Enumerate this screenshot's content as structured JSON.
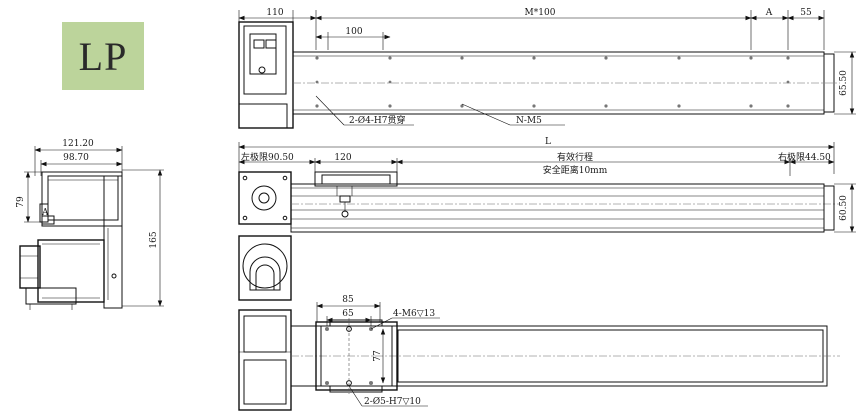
{
  "logo": {
    "text": "LP"
  },
  "side_view": {
    "dim_width_outer": "121.20",
    "dim_width_inner": "98.70",
    "dim_height_upper": "79",
    "dim_height_total": "165"
  },
  "top_view": {
    "dim_motor_end": "110",
    "dim_module_pitch": "M*100",
    "dim_a": "A",
    "dim_end": "55",
    "dim_hole_pitch": "100",
    "dim_height": "65.50",
    "callout_pin_holes": "2-Ø4-H7贯穿",
    "callout_tapped_holes": "N-M5"
  },
  "front_view": {
    "dim_total_length": "L",
    "dim_left_limit": "左极限90.50",
    "dim_carriage": "120",
    "label_stroke": "有效行程",
    "label_safety": "安全距离10mm",
    "dim_right_limit": "右极限44.50",
    "dim_height": "60.50"
  },
  "bottom_view": {
    "dim_outer_pitch": "85",
    "dim_inner_pitch": "65",
    "dim_carriage_width": "77",
    "callout_tapped_holes": "4-M6▽13",
    "callout_pin_holes": "2-Ø5-H7▽10"
  }
}
